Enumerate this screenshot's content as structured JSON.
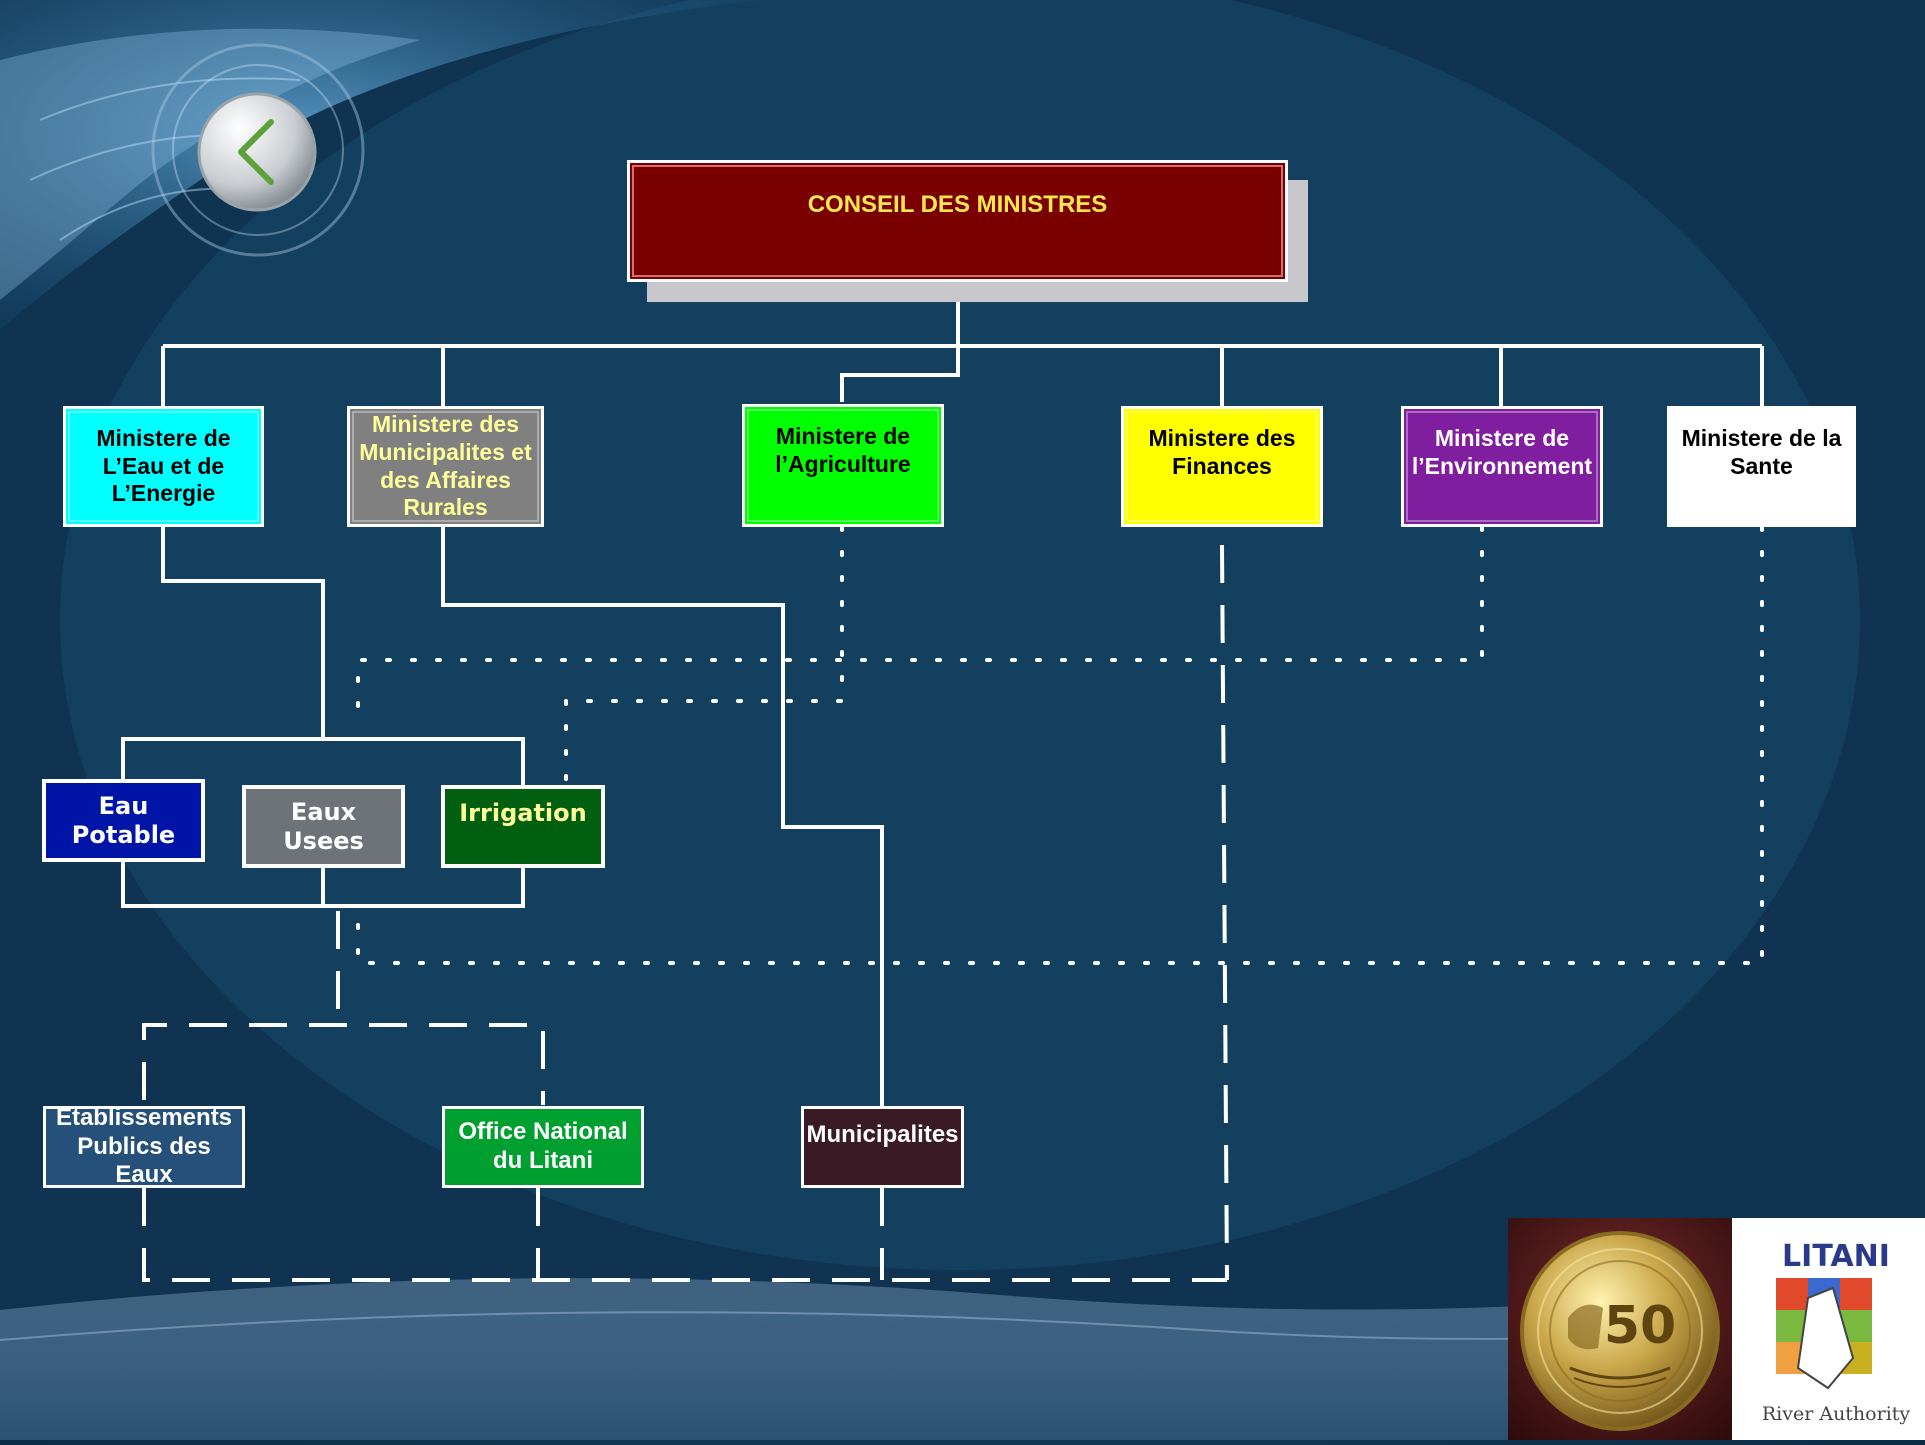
{
  "colors": {
    "background": "#123a57",
    "connector": "#ffffff",
    "title_fill": "#7a0000",
    "title_text": "#ffe84d"
  },
  "title": {
    "label": "CONSEIL DES MINISTRES"
  },
  "ministries": [
    {
      "label": "Ministere de L’Eau et de L’Energie",
      "fill": "#00ffff",
      "text_color": "#000000"
    },
    {
      "label": "Ministere des Municipalites et des Affaires Rurales",
      "fill": "#808080",
      "text_color": "#ffff99"
    },
    {
      "label": "Ministere de l’Agriculture",
      "fill": "#00ff00",
      "text_color": "#000000"
    },
    {
      "label": "Ministere des Finances",
      "fill": "#ffff00",
      "text_color": "#000000"
    },
    {
      "label": "Ministere de l’Environnement",
      "fill": "#7f1f9f",
      "text_color": "#ffffff"
    },
    {
      "label": "Ministere de la Sante",
      "fill": "#ffffff",
      "text_color": "#000000"
    }
  ],
  "subdivisions": [
    {
      "label": "Eau Potable",
      "fill": "#0015a8",
      "text_color": "#ffffff"
    },
    {
      "label": "Eaux Usees",
      "fill": "#6d7378",
      "text_color": "#ffffff"
    },
    {
      "label": "Irrigation",
      "fill": "#00600f",
      "text_color": "#ffff99"
    }
  ],
  "entities": [
    {
      "label": "Etablissements Publics des Eaux",
      "fill": "#24507a",
      "text_color": "#ffffff"
    },
    {
      "label": "Office National du Litani",
      "fill": "#00a030",
      "text_color": "#ffffff"
    },
    {
      "label": "Municipalites",
      "fill": "#3a1a24",
      "text_color": "#ffffff"
    }
  ],
  "navigation": {
    "back_icon": "chevron-left-icon"
  },
  "logos": {
    "medal_text": "50",
    "litani_title": "LITANI",
    "litani_subtitle": "River Authority"
  }
}
